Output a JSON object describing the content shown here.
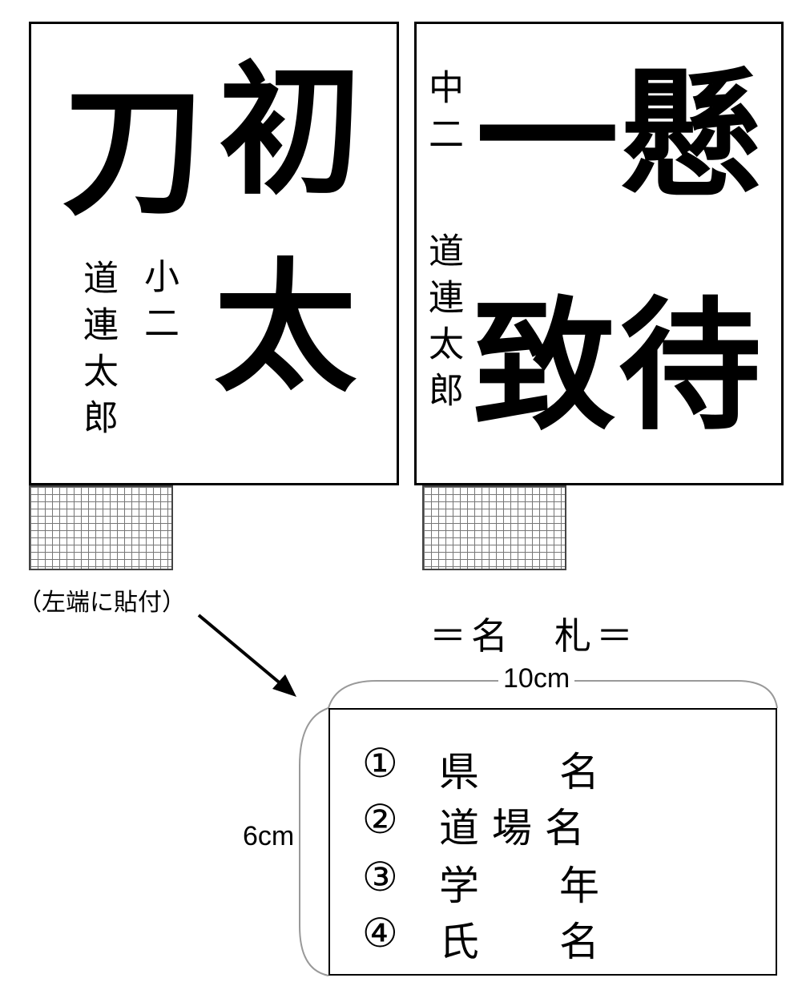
{
  "left_card": {
    "main_chars": [
      "初",
      "刀",
      "太"
    ],
    "grade": "小二",
    "name": "道連太郎"
  },
  "right_card": {
    "main_chars": [
      "懸",
      "一",
      "待",
      "致"
    ],
    "grade": "中二",
    "name": "道連太郎"
  },
  "note": "（左端に貼付）",
  "nametag": {
    "title": "＝名　札＝",
    "width_label": "10cm",
    "height_label": "6cm",
    "items": [
      {
        "num": "①",
        "label": "県　　名"
      },
      {
        "num": "②",
        "label": "道 場 名"
      },
      {
        "num": "③",
        "label": "学　　年"
      },
      {
        "num": "④",
        "label": "氏　　名"
      }
    ]
  }
}
